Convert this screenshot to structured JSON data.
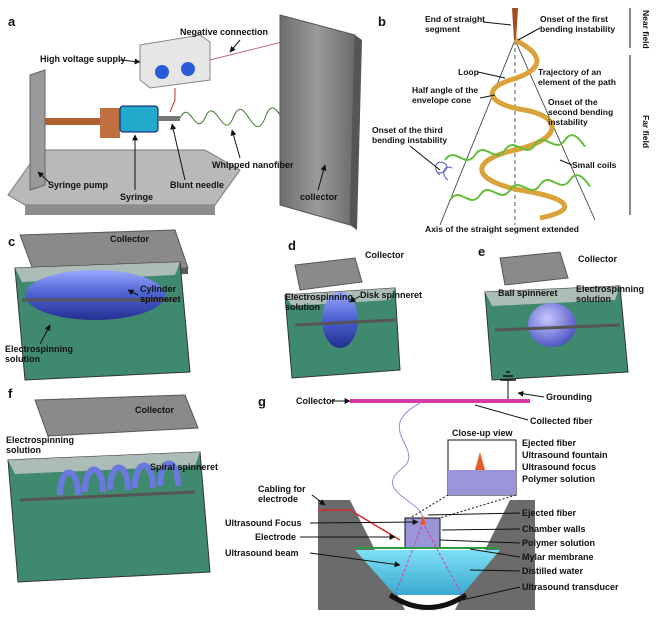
{
  "panels": {
    "a": {
      "letter": "a",
      "high_voltage_supply": "High voltage supply",
      "negative_connection": "Negative connection",
      "syringe_pump": "Syringe pump",
      "syringe": "Syringe",
      "blunt_needle": "Blunt needle",
      "whipped_nanofiber": "Whipped nanofiber",
      "collector": "collector"
    },
    "b": {
      "letter": "b",
      "end_straight_1": "End of straight",
      "end_straight_2": "segment",
      "onset_first_1": "Onset of the first",
      "onset_first_2": "bending instability",
      "loop": "Loop",
      "trajectory_1": "Trajectory of an",
      "trajectory_2": "element of the path",
      "half_angle_1": "Half angle of the",
      "half_angle_2": "envelope cone",
      "onset_second_1": "Onset of the",
      "onset_second_2": "second bending",
      "onset_second_3": "instability",
      "onset_third_1": "Onset of the third",
      "onset_third_2": "bending instability",
      "small_coils": "Small coils",
      "axis": "Axis of the straight segment extended",
      "near_field": "Near field",
      "far_field": "Far field"
    },
    "c": {
      "letter": "c",
      "collector": "Collector",
      "spinneret_1": "Cylinder",
      "spinneret_2": "spinneret",
      "solution_1": "Electrospinning",
      "solution_2": "solution"
    },
    "d": {
      "letter": "d",
      "collector": "Collector",
      "solution_1": "Electrospinning",
      "solution_2": "solution",
      "spinneret": "Disk spinneret"
    },
    "e": {
      "letter": "e",
      "collector": "Collector",
      "spinneret": "Ball spinneret",
      "solution_1": "Electrospinning",
      "solution_2": "solution"
    },
    "f": {
      "letter": "f",
      "collector": "Collector",
      "solution_1": "Electrospinning",
      "solution_2": "solution",
      "spinneret": "Spiral spinneret"
    },
    "g": {
      "letter": "g",
      "collector": "Collector",
      "grounding": "Grounding",
      "collected_fiber": "Collected fiber",
      "closeup": "Close-up view",
      "ejected_fiber_inset": "Ejected fiber",
      "ultrasound_fountain": "Ultrasound fountain",
      "ultrasound_focus_inset": "Ultrasound focus",
      "polymer_solution_inset": "Polymer solution",
      "cabling_1": "Cabling for",
      "cabling_2": "electrode",
      "ultrasound_focus": "Ultrasound Focus",
      "electrode": "Electrode",
      "ultrasound_beam": "Ultrasound beam",
      "ejected_fiber": "Ejected fiber",
      "chamber_walls": "Chamber walls",
      "polymer_solution": "Polymer solution",
      "mylar_membrane": "Mylar membrane",
      "distilled_water": "Distilled water",
      "ultrasound_transducer": "Ultrasound transducer"
    }
  },
  "colors": {
    "collector_plate": "#8a8a8a",
    "bath_green": "#3f8a6f",
    "spinneret_blue": "#4a5fd0",
    "helix_gold": "#d9a23a",
    "coil_green": "#5fbf3a",
    "collector_magenta": "#d63aa8",
    "water_cyan": "#5ccbe8"
  }
}
